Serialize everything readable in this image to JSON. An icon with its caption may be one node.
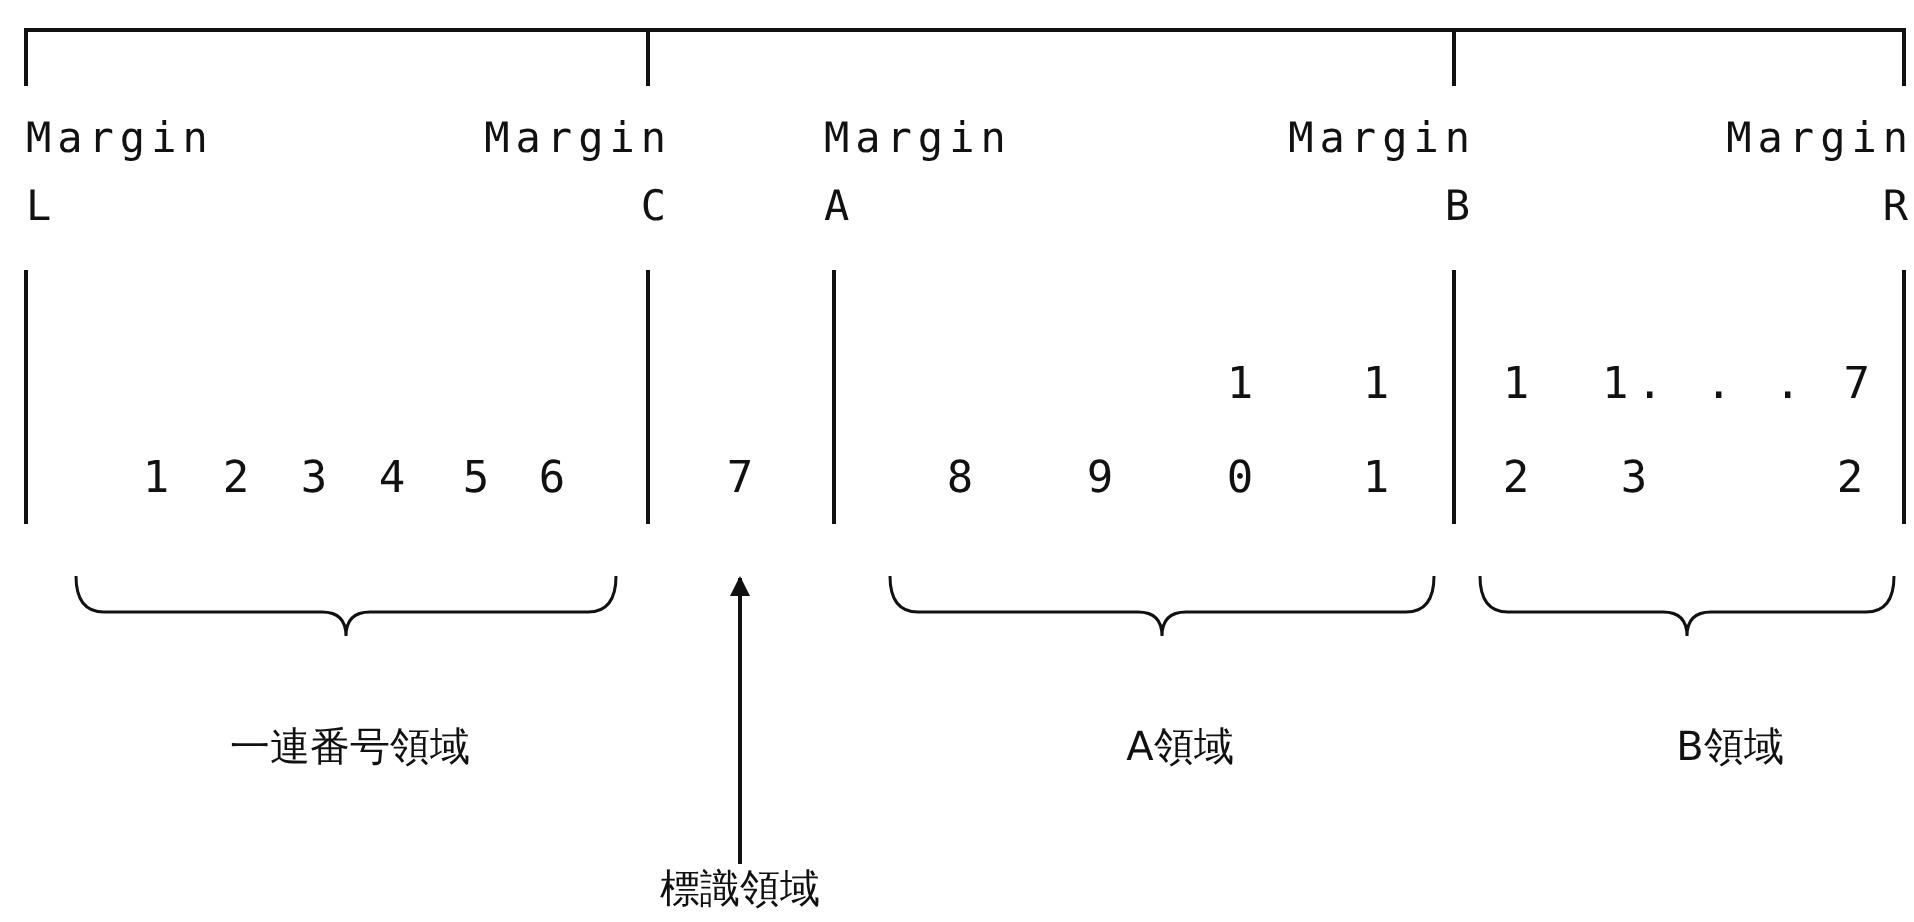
{
  "diagram": {
    "nodes": [
      {
        "text": [
          "標識領域"
        ]
      },
      {
        "text": [
          "7"
        ]
      }
    ],
    "edges": [
      {
        "from": 0,
        "to": 1,
        "arrow": "to"
      }
    ],
    "labels": [
      "Margin L",
      "Margin C",
      "Margin A",
      "Margin B",
      "Margin R",
      "1",
      "1",
      "1",
      "1. . . 7",
      "1",
      "2",
      "3",
      "4",
      "5",
      "6",
      "8",
      "9",
      "0",
      "1",
      "2",
      "3",
      "2",
      "一連番号領域",
      "A領域",
      "B領域"
    ]
  }
}
